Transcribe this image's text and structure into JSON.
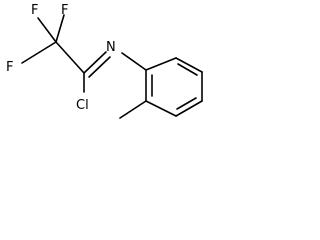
{
  "molecule": {
    "atoms": {
      "f1": "F",
      "f2": "F",
      "f3": "F",
      "n": "N",
      "cl": "Cl"
    }
  }
}
